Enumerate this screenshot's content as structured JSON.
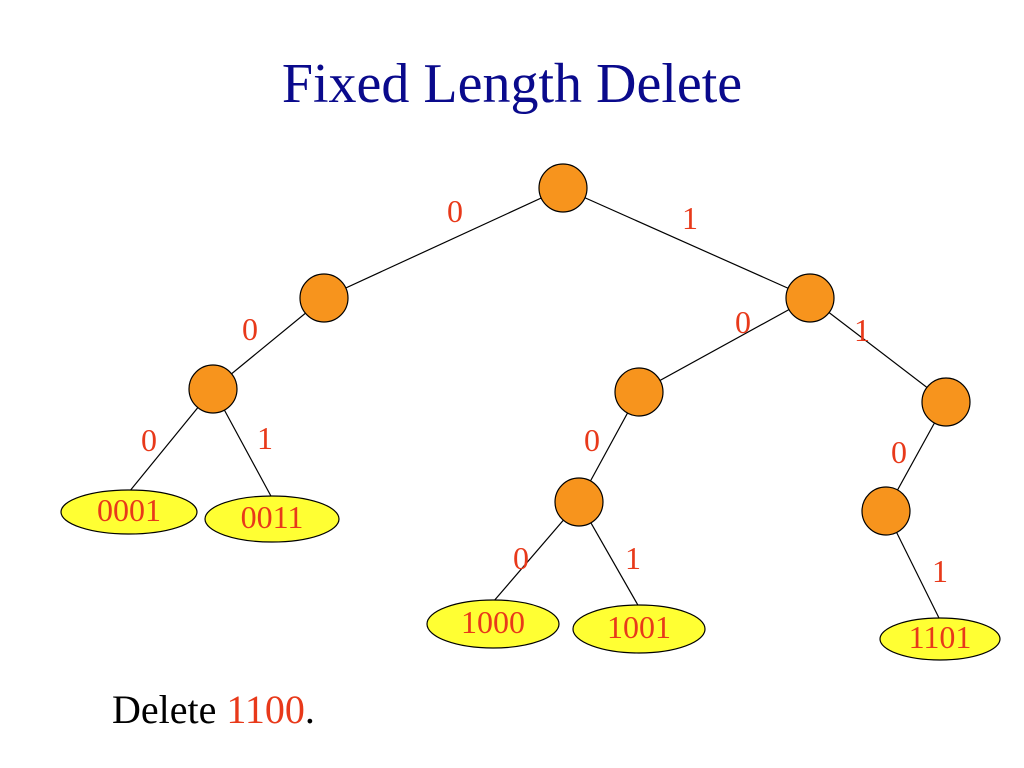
{
  "slide": {
    "title": "Fixed Length Delete",
    "caption_prefix": "Delete ",
    "caption_key": "1100",
    "caption_suffix": "."
  },
  "colors": {
    "title": "#0a0a8c",
    "accent": "#e8391a",
    "node_fill": "#f7941d",
    "leaf_fill": "#ffff33",
    "line": "#000000"
  },
  "tree": {
    "root": {
      "edges": [
        {
          "bit": "0",
          "child": {
            "edges": [
              {
                "bit": "0",
                "child": {
                  "edges": [
                    {
                      "bit": "0",
                      "child": {
                        "leaf": "0001"
                      }
                    },
                    {
                      "bit": "1",
                      "child": {
                        "leaf": "0011"
                      }
                    }
                  ]
                }
              }
            ]
          }
        },
        {
          "bit": "1",
          "child": {
            "edges": [
              {
                "bit": "0",
                "child": {
                  "edges": [
                    {
                      "bit": "0",
                      "child": {
                        "edges": [
                          {
                            "bit": "0",
                            "child": {
                              "leaf": "1000"
                            }
                          },
                          {
                            "bit": "1",
                            "child": {
                              "leaf": "1001"
                            }
                          }
                        ]
                      }
                    }
                  ]
                }
              },
              {
                "bit": "1",
                "child": {
                  "edges": [
                    {
                      "bit": "0",
                      "child": {
                        "edges": [
                          {
                            "bit": "1",
                            "child": {
                              "leaf": "1101"
                            }
                          }
                        ]
                      }
                    }
                  ]
                }
              }
            ]
          }
        }
      ]
    }
  }
}
